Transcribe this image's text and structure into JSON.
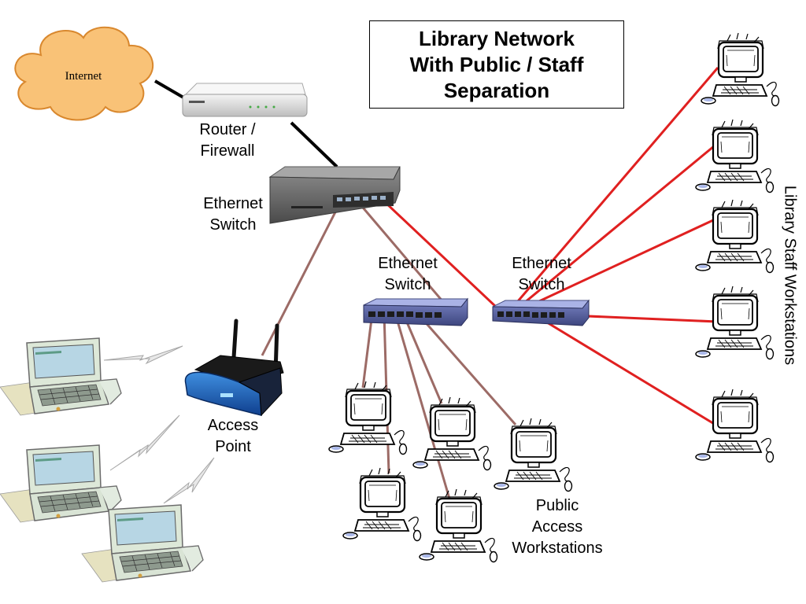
{
  "title": {
    "line1": "Library Network",
    "line2": "With Public / Staff",
    "line3": "Separation"
  },
  "internet": {
    "label": "Internet"
  },
  "router": {
    "line1": "Router /",
    "line2": "Firewall"
  },
  "main_switch": {
    "line1": "Ethernet",
    "line2": "Switch"
  },
  "public_switch": {
    "line1": "Ethernet",
    "line2": "Switch"
  },
  "staff_switch": {
    "line1": "Ethernet",
    "line2": "Switch"
  },
  "access_point": {
    "line1": "Access",
    "line2": "Point"
  },
  "public_ws": {
    "line1": "Public",
    "line2": "Access",
    "line3": "Workstations"
  },
  "staff_ws": {
    "label": "Library Staff Workstations"
  },
  "colors": {
    "staff_link": "#e02020",
    "public_link": "#9c6b66",
    "uplink": "#000000"
  }
}
